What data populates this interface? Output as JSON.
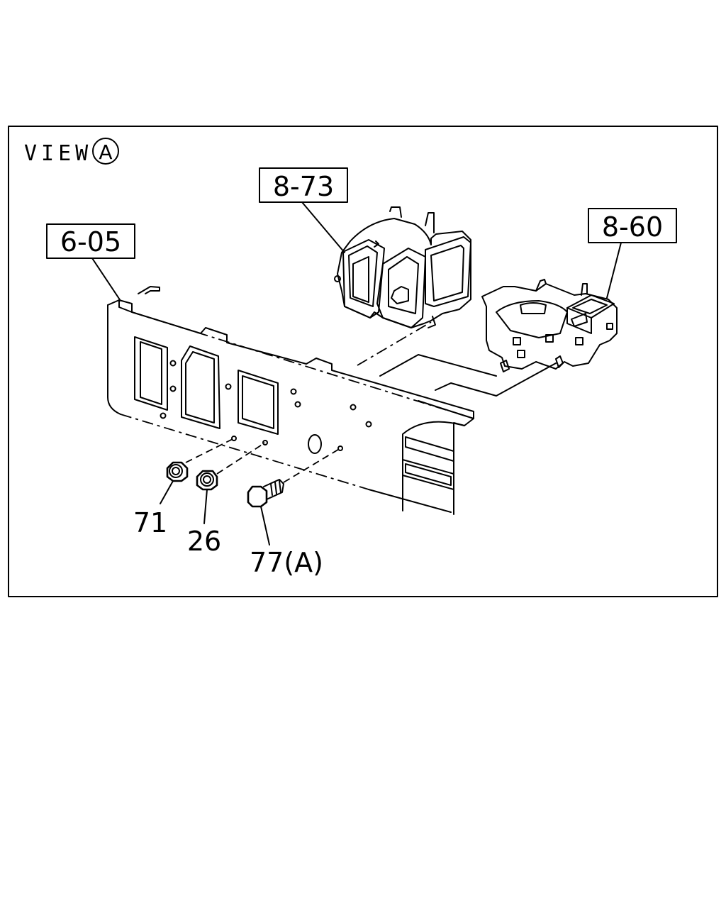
{
  "view": {
    "text": "VIEW",
    "circle_letter": "A"
  },
  "callouts": {
    "part_605": "6-05",
    "part_873": "8-73",
    "part_860": "8-60"
  },
  "parts": {
    "nut_71": "71",
    "nut_26": "26",
    "bolt_77": "77(A)"
  },
  "colors": {
    "line": "#000000",
    "background": "#ffffff"
  }
}
